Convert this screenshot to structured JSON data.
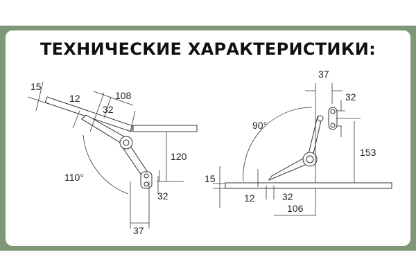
{
  "title": "ТЕХНИЧЕСКИЕ ХАРАКТЕРИСТИКИ:",
  "colors": {
    "frame": "#7d9778",
    "card": "#ffffff",
    "text": "#111111"
  },
  "diagram_left": {
    "dims": {
      "panel_thickness": "15",
      "offset": "12",
      "length": "108",
      "mount": "32",
      "height": "120",
      "angle": "110°",
      "bracket": "32",
      "depth": "37"
    }
  },
  "diagram_right": {
    "dims": {
      "depth": "37",
      "bracket": "32",
      "angle": "90°",
      "height": "153",
      "panel_thickness": "15",
      "offset": "12",
      "mount": "32",
      "length": "106"
    }
  }
}
